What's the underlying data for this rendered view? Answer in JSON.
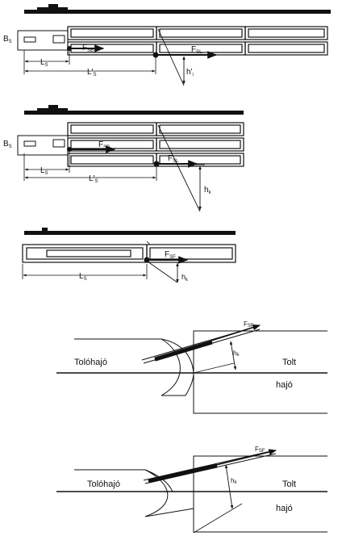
{
  "panels": [
    {
      "labels": {
        "bs": "B",
        "bs_sub": "S",
        "fsb": "F",
        "fsb_sub": "SB",
        "fsl": "F",
        "fsl_sub": "SL",
        "ls": "L",
        "ls_sub": "S",
        "ls_prime": "L'",
        "ls_prime_sub": "S",
        "h": "h'",
        "h_sub": "i"
      }
    },
    {
      "labels": {
        "bs": "B",
        "bs_sub": "S",
        "fsb": "F",
        "fsb_sub": "SB",
        "fsl": "F",
        "fsl_sub": "SL",
        "ls": "L",
        "ls_sub": "S",
        "ls_prime": "L'",
        "ls_prime_sub": "S",
        "h": "h",
        "h_sub": "k"
      }
    },
    {
      "labels": {
        "fsf": "F",
        "fsf_sub": "SF",
        "ls": "L",
        "ls_sub": "S",
        "h": "h",
        "h_sub": "k"
      }
    },
    {
      "labels": {
        "pusher": "Tolóhajó",
        "barge_top": "Tolt",
        "barge_bottom": "hajó",
        "fsf": "F",
        "fsf_sub": "SF",
        "h": "h",
        "h_sub": "k"
      }
    },
    {
      "labels": {
        "pusher": "Tolóhajó",
        "barge_top": "Tolt",
        "barge_bottom": "hajó",
        "fsf": "F",
        "fsf_sub": "SF",
        "h": "h",
        "h_sub": "k"
      }
    }
  ],
  "colors": {
    "ink": "#111111",
    "background": "#ffffff"
  }
}
